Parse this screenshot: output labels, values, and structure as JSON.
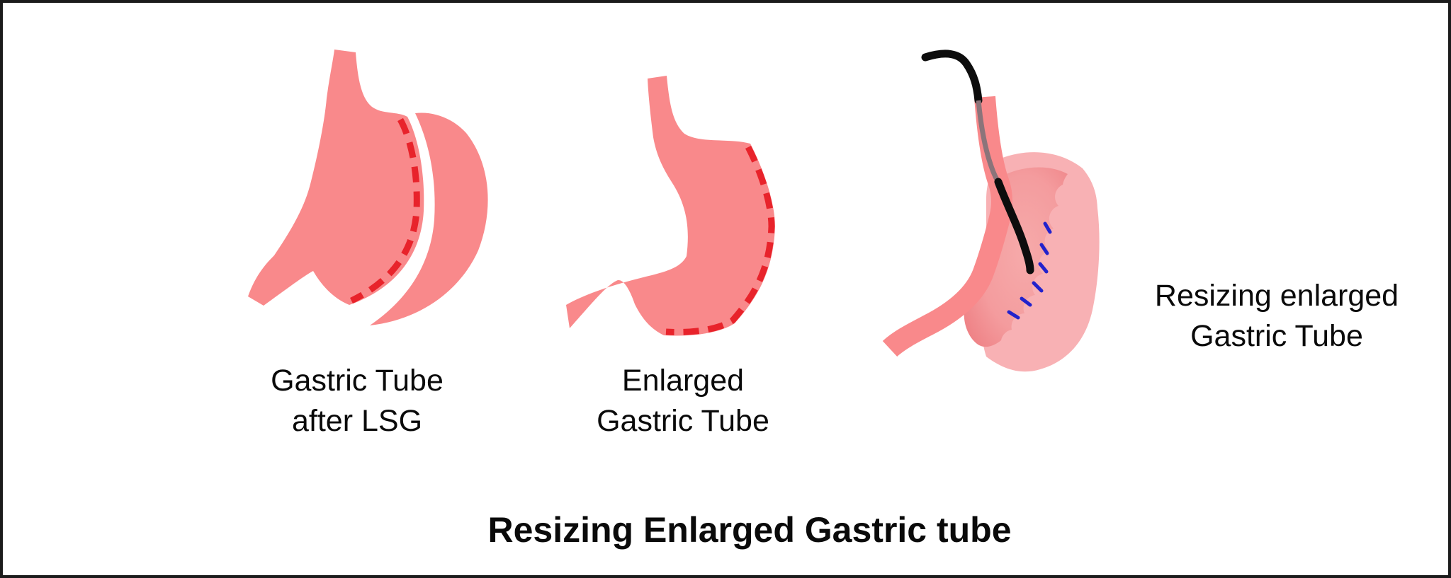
{
  "title": "Resizing Enlarged Gastric tube",
  "figures": [
    {
      "id": "gastric-tube-after-lsg",
      "label": "Gastric Tube\nafter LSG"
    },
    {
      "id": "enlarged-gastric-tube",
      "label": "Enlarged\nGastric Tube"
    },
    {
      "id": "resizing-enlarged-gastric-tube",
      "label": "Resizing enlarged\nGastric Tube"
    }
  ],
  "colors": {
    "background": "#ffffff",
    "frame": "#1c1c1c",
    "stomach-salmon": "#f9898b",
    "stomach-light-pink": "#f8b1b4",
    "inner-fold-dark": "#ee8084",
    "inner-fold-light": "#f6aaaa",
    "staple-dash-red": "#e8232b",
    "suture-blue": "#2222cc",
    "bougie-black": "#0d0d0d",
    "bougie-inner-gray": "#8b747a",
    "label-text": "#0a0a0a"
  }
}
